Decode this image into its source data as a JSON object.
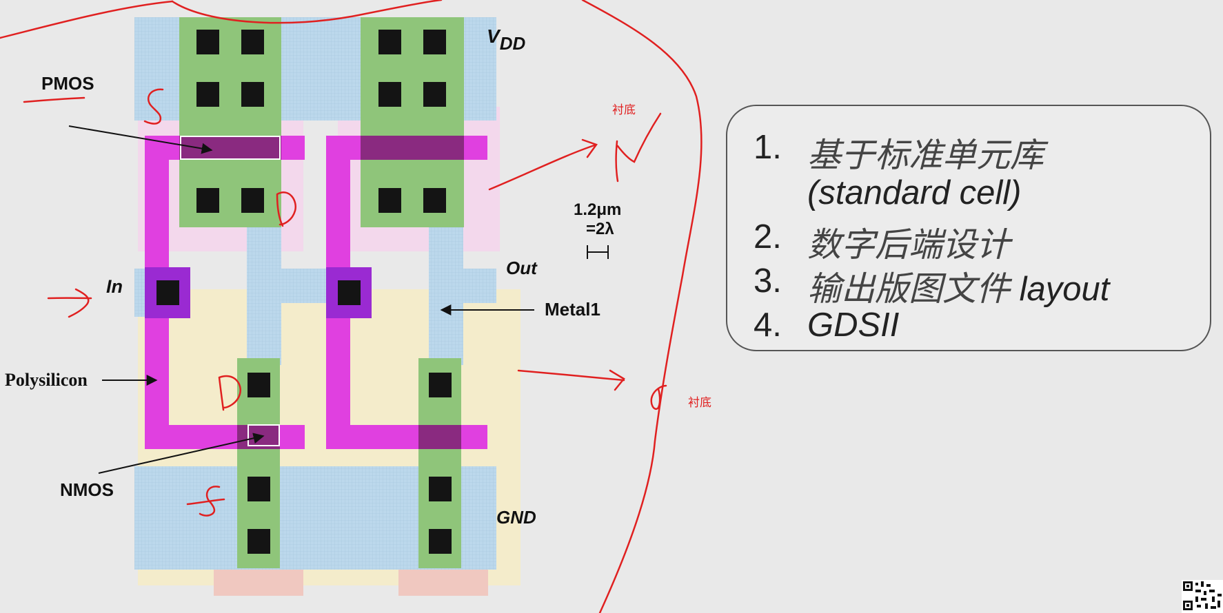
{
  "labels": {
    "vdd_main": "V",
    "vdd_sub": "DD",
    "pmos": "PMOS",
    "in": "In",
    "out": "Out",
    "metal1": "Metal1",
    "polysilicon": "Polysilicon",
    "nmos": "NMOS",
    "gnd": "GND",
    "scale_line1": "1.2μm",
    "scale_line2": "=2λ"
  },
  "annotations": {
    "substrate_top": "衬底",
    "substrate_bottom": "衬底"
  },
  "list": {
    "items": [
      {
        "num": "1.",
        "text_cn": "基于标准单元库",
        "text_en": ""
      },
      {
        "num": "",
        "text_cn": "",
        "text_en": "(standard cell)"
      },
      {
        "num": "2.",
        "text_cn": "数字后端设计",
        "text_en": ""
      },
      {
        "num": "3.",
        "text_cn": "输出版图文件",
        "text_en": " layout"
      },
      {
        "num": "4.",
        "text_cn": "",
        "text_en": "GDSII"
      }
    ]
  },
  "colors": {
    "background": "#e9e9e9",
    "metal1": "#bfd9ec",
    "active": "#8fc57a",
    "polysilicon": "#e040e0",
    "nwell": "#f3d8ec",
    "pselect": "#f4eccb",
    "contact": "#141414",
    "handwriting": "#e02020"
  }
}
